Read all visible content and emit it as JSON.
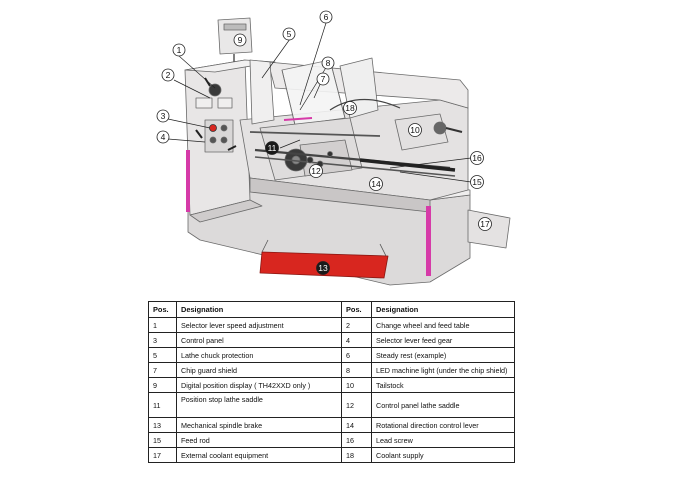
{
  "diagram": {
    "callouts": [
      "1",
      "2",
      "3",
      "4",
      "5",
      "6",
      "7",
      "8",
      "9",
      "10",
      "11",
      "12",
      "13",
      "14",
      "15",
      "16",
      "17",
      "18"
    ]
  },
  "table": {
    "headers": [
      "Pos.",
      "Designation",
      "Pos.",
      "Designation"
    ],
    "rows": [
      {
        "pos1": "1",
        "des1": "Selector lever speed adjustment",
        "pos2": "2",
        "des2": "Change wheel and feed table"
      },
      {
        "pos1": "3",
        "des1": "Control panel",
        "pos2": "4",
        "des2": "Selector lever feed gear"
      },
      {
        "pos1": "5",
        "des1": "Lathe chuck protection",
        "pos2": "6",
        "des2": "Steady rest (example)"
      },
      {
        "pos1": "7",
        "des1": "Chip guard shield",
        "pos2": "8",
        "des2": "LED machine light (under the chip shield)"
      },
      {
        "pos1": "9",
        "des1": "Digital position display ( TH42XXD only )",
        "pos2": "10",
        "des2": "Tailstock"
      },
      {
        "pos1": "11",
        "des1": "Position stop lathe saddle",
        "pos2": "12",
        "des2": "Control panel lathe saddle"
      },
      {
        "pos1": "13",
        "des1": "Mechanical spindle brake",
        "pos2": "14",
        "des2": "Rotational direction control lever"
      },
      {
        "pos1": "15",
        "des1": "Feed rod",
        "pos2": "16",
        "des2": "Lead screw"
      },
      {
        "pos1": "17",
        "des1": "External coolant equipment",
        "pos2": "18",
        "des2": "Coolant supply"
      }
    ]
  },
  "colors": {
    "machine_body": "#e6e4e4",
    "machine_shadow": "#c9c6c6",
    "accent_magenta": "#d63aa8",
    "brake_bar_red": "#d8261f",
    "outline": "#555555"
  }
}
